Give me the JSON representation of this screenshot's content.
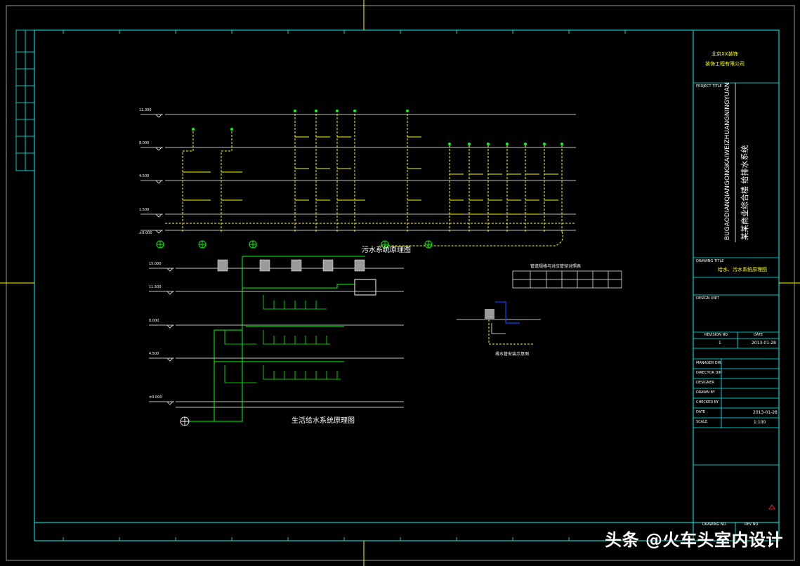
{
  "colors": {
    "background": "#000000",
    "frame": "#00ffff",
    "water_line": "#00ff00",
    "drain_line": "#ffff00",
    "annotation": "#ff2b2b",
    "text": "#ffffff"
  },
  "company": {
    "name_line1": "北京XX装饰",
    "name_line2": "装饰工程有限公司"
  },
  "title_block": {
    "project_title_label": "PROJECT TITLE",
    "project_title_vertical": "BUGAODIANQIANGONGKAIWEIZHUANGNINGYUAN",
    "project_name_vertical": "某某商业综合楼 给排水系统",
    "drawing_title_label": "DRAWING TITLE",
    "drawing_title": "给水、污水系统原理图",
    "design_unit_label": "DESIGN UNIT",
    "revision_label": "REVISION NO.",
    "date_label": "DATE",
    "revision_no": "1",
    "revision_date": "2013-01-28",
    "rows": [
      {
        "label": "MANAGER DIR",
        "value": ""
      },
      {
        "label": "DIRECTOR DIR",
        "value": ""
      },
      {
        "label": "DESIGNER",
        "value": ""
      },
      {
        "label": "DRAWN BY",
        "value": ""
      },
      {
        "label": "CHECKED BY",
        "value": ""
      },
      {
        "label": "DATE",
        "value": "2013-01-28"
      },
      {
        "label": "SCALE",
        "value": "1:100"
      }
    ],
    "drawing_no_label": "DRAWING NO.",
    "rev_label": "REV NO."
  },
  "diagrams": {
    "drain_title": "污水系统原理图",
    "water_title": "生活给水系统原理图",
    "detail_title": "排水管安装示意图",
    "legend_title": "管道规格与对应管径对照表"
  },
  "elevations": {
    "drain": [
      "11.300",
      "8.000",
      "4.500",
      "1.500",
      "±0.000"
    ],
    "water": [
      "15.000",
      "11.500",
      "8.000",
      "4.500",
      "±0.000"
    ]
  },
  "watermark": "头条 @火车头室内设计"
}
